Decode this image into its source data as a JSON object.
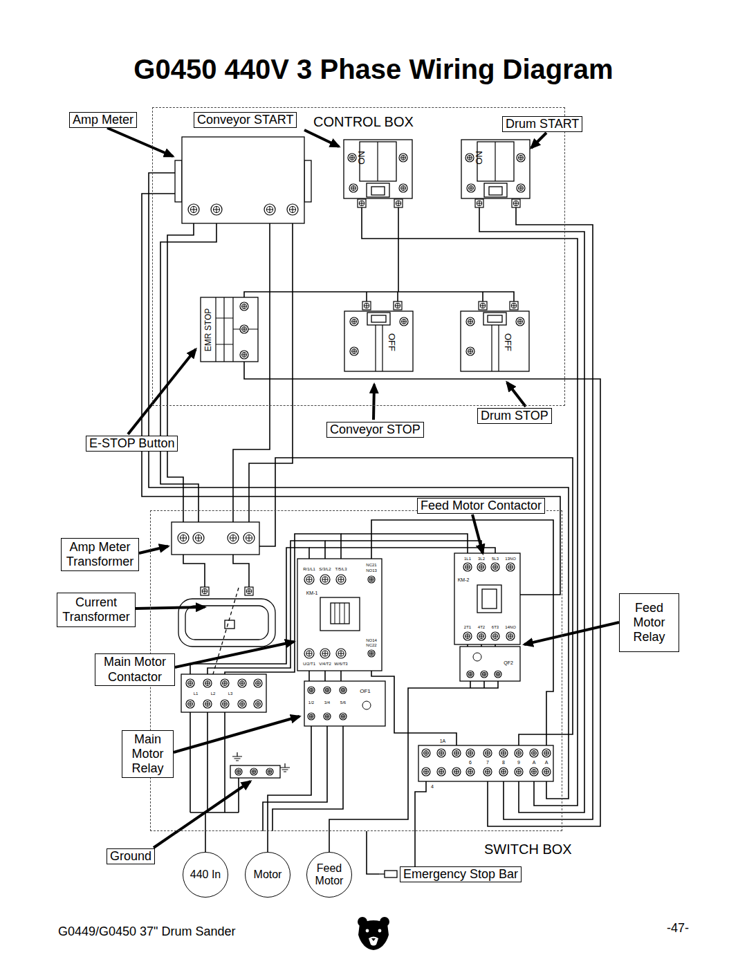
{
  "diagram": {
    "title": "G0450 440V 3 Phase Wiring Diagram",
    "nodes": [
      {
        "text": [
          "Amp Meter"
        ]
      },
      {
        "text": [
          "CONTROL BOX"
        ]
      },
      {
        "text": [
          "Conveyor START"
        ],
        "in": 1
      },
      {
        "text": [
          "Drum START"
        ]
      },
      {
        "text": [
          "Drum STOP"
        ]
      },
      {
        "text": [
          "Conveyor STOP"
        ]
      },
      {
        "text": [
          "E-STOP Button"
        ]
      },
      {
        "text": [
          "SWITCH BOX"
        ]
      },
      {
        "text": [
          "Feed Motor Contactor"
        ]
      },
      {
        "text": [
          "Amp Meter Transformer"
        ]
      },
      {
        "text": [
          "Current Transformer"
        ]
      },
      {
        "text": [
          "Feed Motor Relay"
        ]
      },
      {
        "text": [
          "Main Motor Contactor"
        ]
      },
      {
        "text": [
          "Main Motor Relay"
        ]
      },
      {
        "text": [
          "Ground"
        ]
      },
      {
        "text": [
          "440 In"
        ]
      },
      {
        "text": [
          "Motor"
        ]
      },
      {
        "text": [
          "Feed Motor"
        ]
      },
      {
        "text": [
          "Emergency Stop Bar"
        ]
      }
    ],
    "edges": [
      {
        "from": 15,
        "to": 7,
        "arrow": "none"
      },
      {
        "from": 16,
        "to": 7,
        "arrow": "none"
      },
      {
        "from": 17,
        "to": 7,
        "arrow": "none"
      },
      {
        "from": 18,
        "to": 7,
        "arrow": "none"
      }
    ],
    "labels": [
      "NO",
      "NO",
      "EMR STOP",
      "OFF",
      "OFF",
      "R/1/L1",
      "S/3/L2",
      "T/5/L3",
      "NC21",
      "NO13",
      "KM-1",
      "U/2/T1",
      "V/4/T2",
      "W/6/T3",
      "NO14",
      "NC22",
      "OF1",
      "1/2",
      "3/4",
      "5/6",
      "KM-2",
      "1L1",
      "3L2",
      "5L3",
      "13NO",
      "2T1",
      "4T2",
      "6T3",
      "14NO",
      "QF2",
      "L1",
      "L2",
      "L3",
      "1A",
      "6",
      "7",
      "8",
      "9",
      "A",
      "A",
      "4",
      "G0449/G0450 37\" Drum Sander",
      "-47-"
    ]
  }
}
